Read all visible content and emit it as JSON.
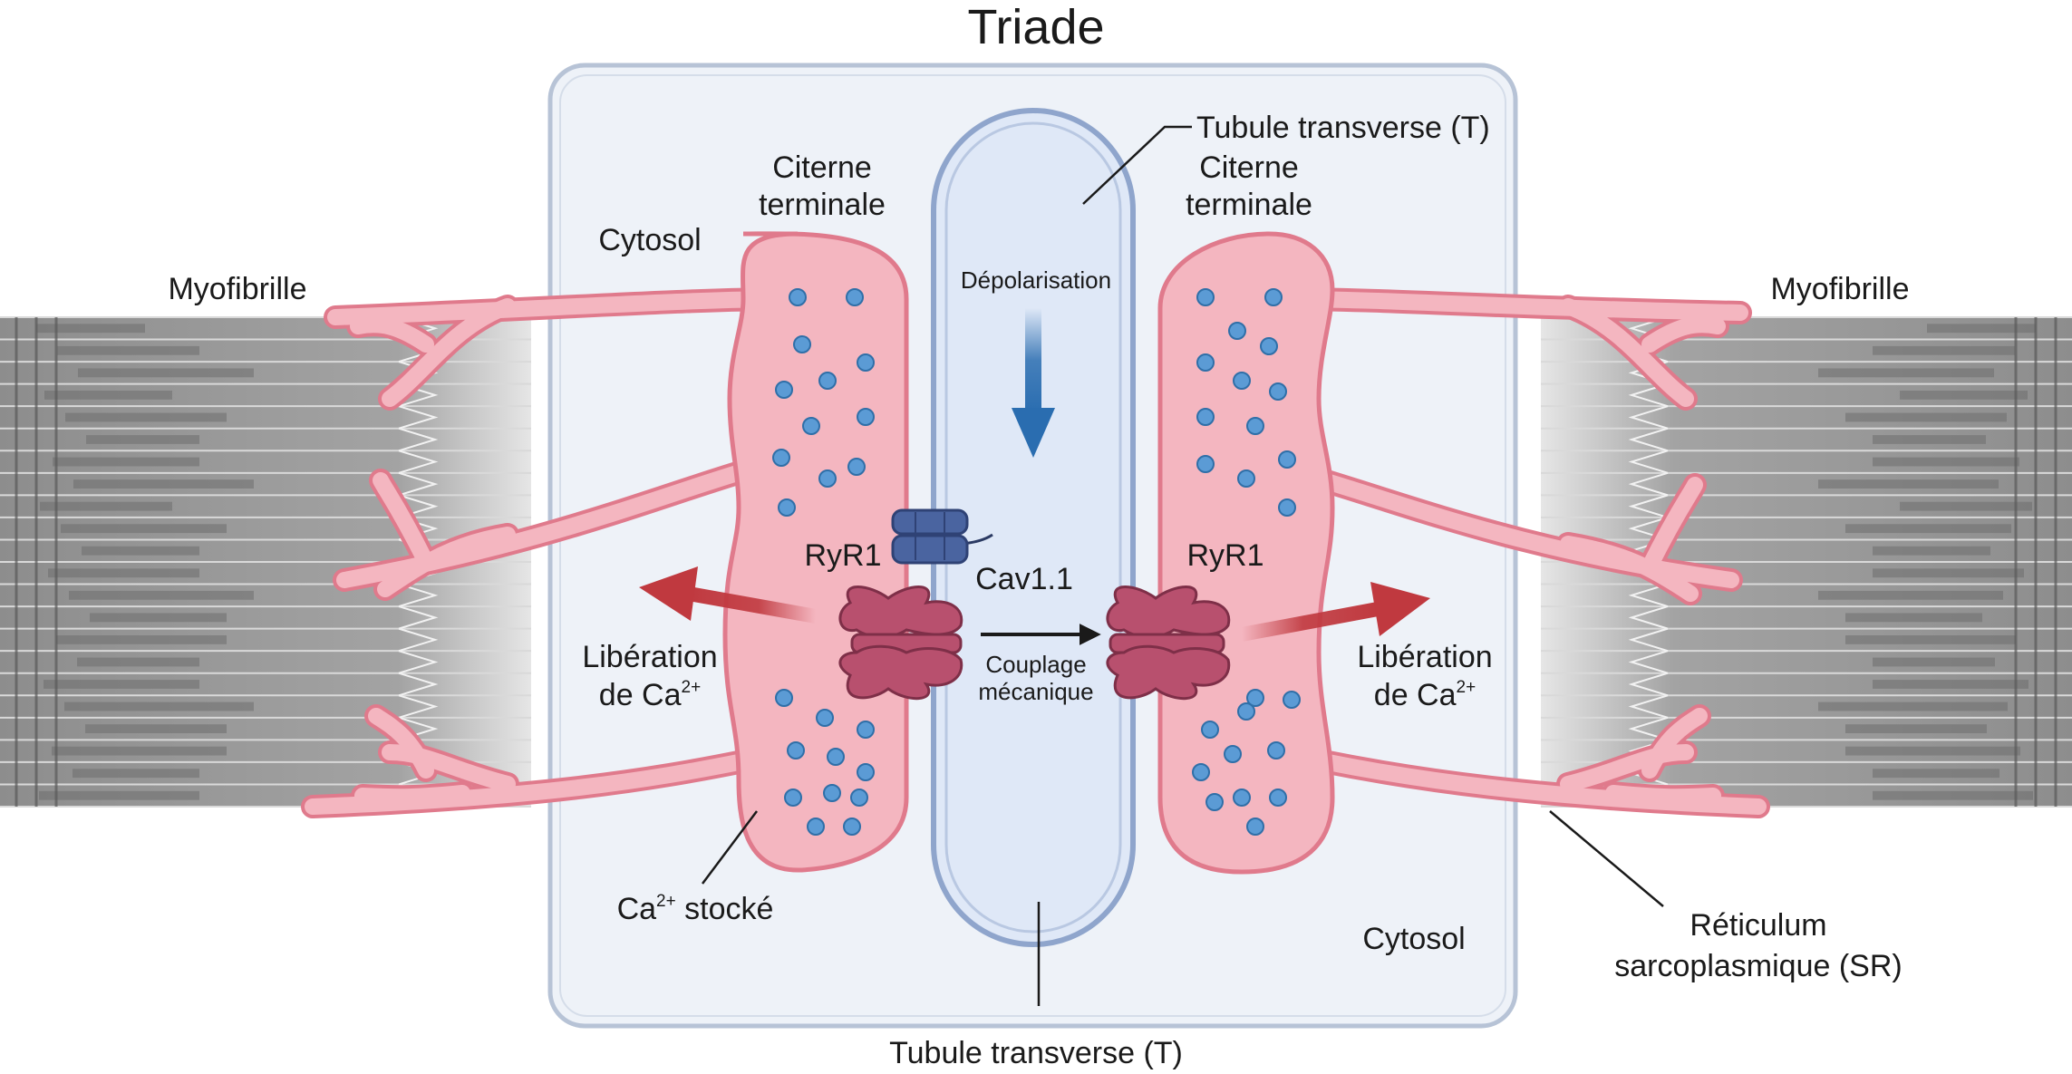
{
  "title": "Triade",
  "labels": {
    "myofibril_left": "Myofibrille",
    "myofibril_right": "Myofibrille",
    "cytosol_top": "Cytosol",
    "cytosol_bottom": "Cytosol",
    "cistern_left_line1": "Citerne",
    "cistern_left_line2": "terminale",
    "cistern_right_line1": "Citerne",
    "cistern_right_line2": "terminale",
    "t_tubule_top": "Tubule transverse (T)",
    "t_tubule_bottom": "Tubule transverse (T)",
    "depolarization": "Dépolarisation",
    "ryr1_left": "RyR1",
    "ryr1_right": "RyR1",
    "cav": "Cav1.1",
    "coupling_line1": "Couplage",
    "coupling_line2": "mécanique",
    "release_left_line1": "Libération",
    "release_left_line2": "de Ca",
    "release_left_sup": "2+",
    "release_right_line1": "Libération",
    "release_right_line2": "de Ca",
    "release_right_sup": "2+",
    "stored_ca_pre": "Ca",
    "stored_ca_sup": "2+",
    "stored_ca_post": " stocké",
    "sr_line1": "Réticulum",
    "sr_line2": "sarcoplasmique (SR)"
  },
  "colors": {
    "sr_fill": "#f4b6c0",
    "sr_stroke": "#e07a8c",
    "ca_dot": "#5b9bd5",
    "t_tubule_fill": "#dfe8f7",
    "t_tubule_stroke": "#8fa5cc",
    "triad_box_fill": "#eef2f8",
    "triad_box_stroke": "#b7c3d6",
    "ryr1": "#b8506e",
    "cav": "#4a64a0",
    "release_arrow": "#c0393f",
    "depol_arrow": "#2a6db0",
    "myofibril": "#8a8a8a"
  }
}
